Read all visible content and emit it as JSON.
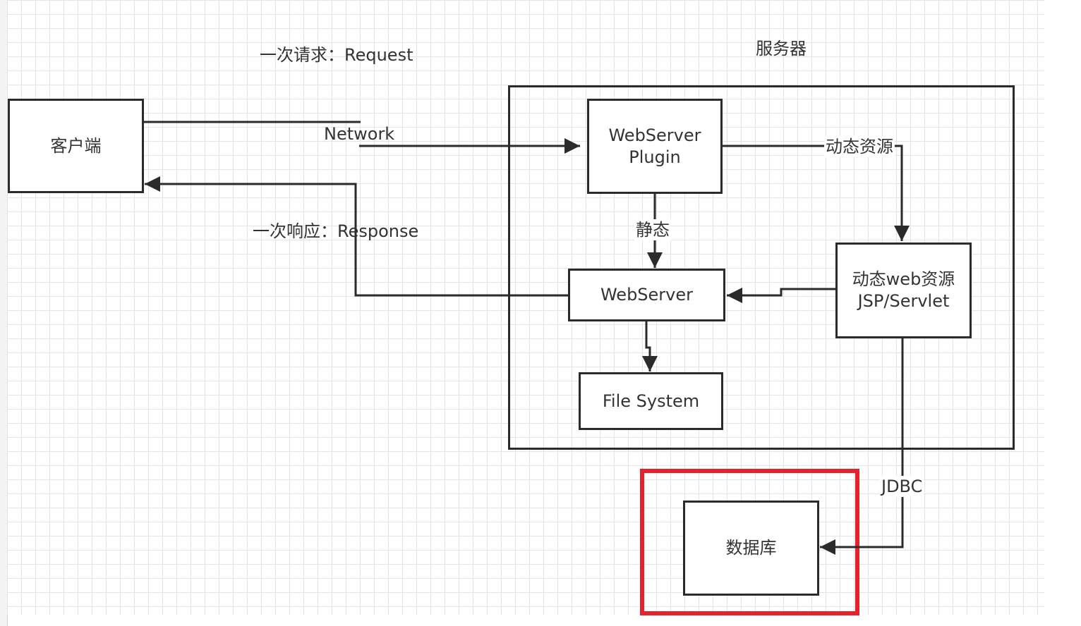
{
  "diagram": {
    "nodes": {
      "client": "客户端",
      "webserver_plugin": [
        "WebServer",
        "Plugin"
      ],
      "webserver": "WebServer",
      "dynamic_resource": [
        "动态web资源",
        "JSP/Servlet"
      ],
      "file_system": "File System",
      "database": "数据库"
    },
    "labels": {
      "request": "一次请求：Request",
      "network": "Network",
      "response": "一次响应：Response",
      "server": "服务器",
      "dynamic": "动态资源",
      "static": "静态",
      "jdbc": "JDBC"
    },
    "colors": {
      "stroke": "#2b2b2b",
      "highlight": "#e5222b",
      "text": "#333333"
    }
  }
}
